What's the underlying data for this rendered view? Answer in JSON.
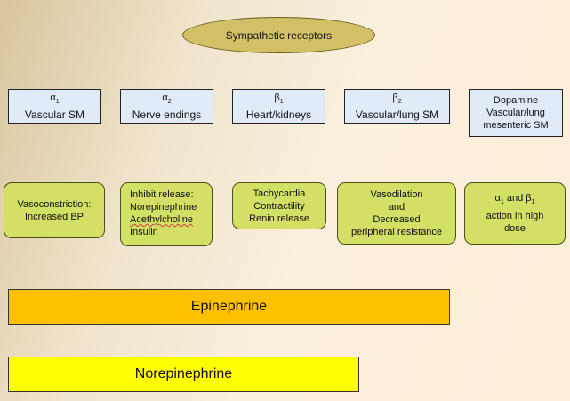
{
  "title": "Sympathetic receptors",
  "receptors": [
    {
      "symbol": "α",
      "sub": "1",
      "label": "Vascular SM"
    },
    {
      "symbol": "α",
      "sub": "2",
      "label": "Nerve endings"
    },
    {
      "symbol": "β",
      "sub": "1",
      "label": "Heart/kidneys"
    },
    {
      "symbol": "β",
      "sub": "2",
      "label": "Vascular/lung SM"
    },
    {
      "line1": "Dopamine",
      "line2": "Vascular/lung",
      "line3": "mesenteric SM"
    }
  ],
  "effects": [
    {
      "line1": "Vasoconstriction:",
      "line2": "Increased BP"
    },
    {
      "line1": "Inhibit release:",
      "line2": "Norepinephrine",
      "line3": "Acethylcholine",
      "line4": "Insulin"
    },
    {
      "line1": "Tachycardia",
      "line2": "Contractility",
      "line3": "Renin release"
    },
    {
      "line1": "Vasodilation",
      "line2": "and",
      "line3": "Decreased",
      "line4": "peripheral resistance"
    },
    {
      "sym_a": "α",
      "sub_a": "1",
      "and": "and",
      "sym_b": "β",
      "sub_b": "1",
      "line2": "action in high",
      "line3": "dose"
    }
  ],
  "bars": [
    {
      "label": "Epinephrine",
      "color": "#ffc000"
    },
    {
      "label": "Norepinephrine",
      "color": "#ffff00"
    }
  ]
}
